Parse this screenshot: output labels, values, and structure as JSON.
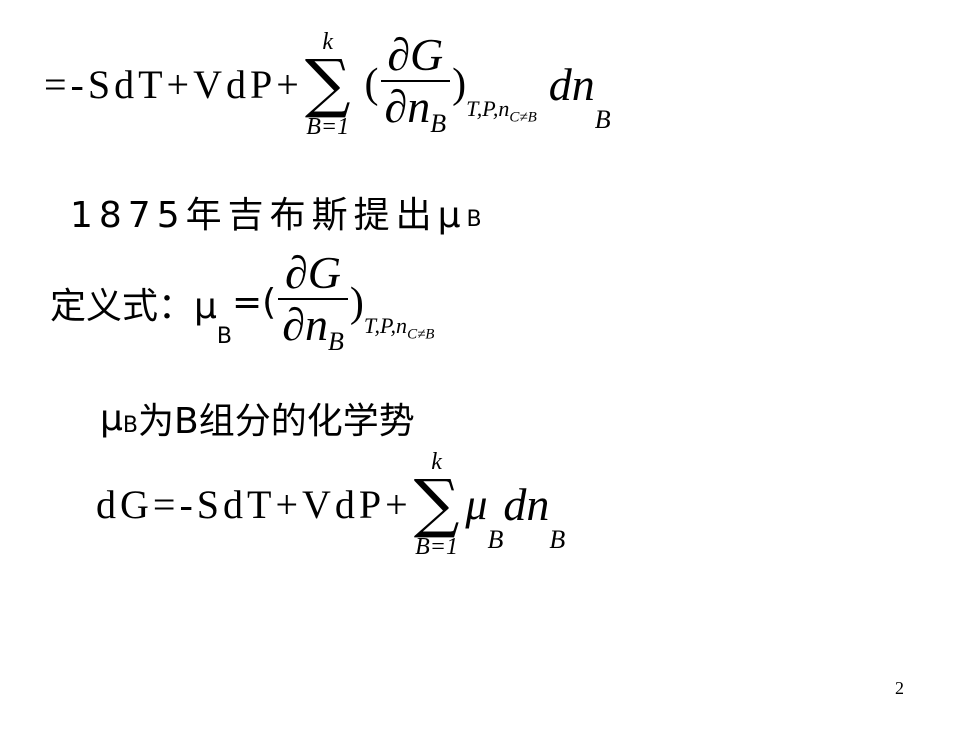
{
  "eq1": {
    "lhs": "=-SdT+VdP+",
    "sum_upper": "k",
    "sum_lower": "B=1",
    "open_paren": "(",
    "frac_num": "∂G",
    "frac_den": "∂n",
    "frac_den_sub": "B",
    "close_paren": ")",
    "cond": "T,P,n",
    "cond_sub": "C≠B",
    "dn": "dn",
    "dn_sub": "B"
  },
  "line2": {
    "text": "1875年吉布斯提出μ",
    "sub": "B"
  },
  "def": {
    "label": "定义式：μ",
    "label_sub": "B",
    "eq": "=(",
    "frac_num": "∂G",
    "frac_den": "∂n",
    "frac_den_sub": "B",
    "close_paren": ")",
    "cond": "T,P,n",
    "cond_sub": "C≠B"
  },
  "line4": {
    "mu": "μ",
    "sub": "B",
    "text": "为B组分的化学势"
  },
  "eq2": {
    "lhs": "dG=-SdT+VdP+",
    "sum_upper": "k",
    "sum_lower": "B=1",
    "mu": "μ",
    "mu_sub": "B",
    "dn": "dn",
    "dn_sub": "B"
  },
  "page_number": "2"
}
